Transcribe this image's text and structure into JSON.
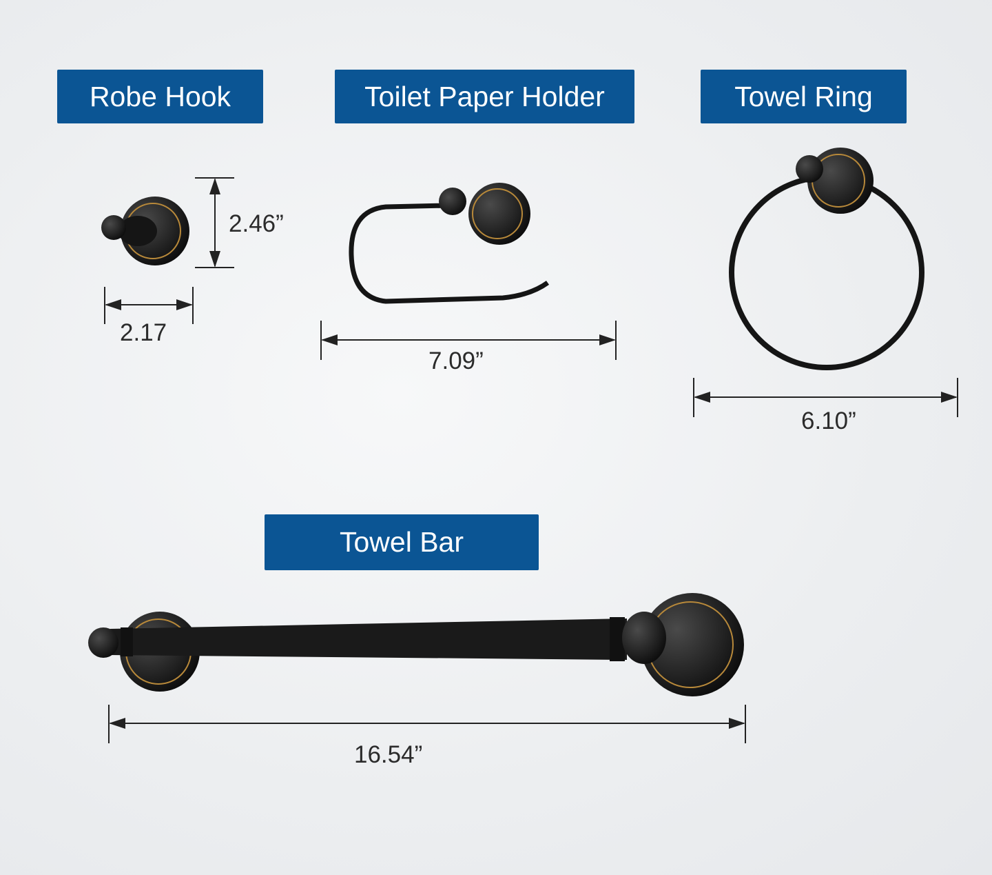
{
  "labels": {
    "robe_hook": "Robe Hook",
    "toilet_paper_holder": "Toilet Paper Holder",
    "towel_ring": "Towel Ring",
    "towel_bar": "Towel Bar"
  },
  "dimensions": {
    "robe_hook_height": "2.46”",
    "robe_hook_width": "2.17",
    "toilet_paper_holder_width": "7.09”",
    "towel_ring_width": "6.10”",
    "towel_bar_width": "16.54”"
  },
  "colors": {
    "label_bg": "#0b5594",
    "finish": "#1a1a1a",
    "trim": "#b8893a"
  }
}
